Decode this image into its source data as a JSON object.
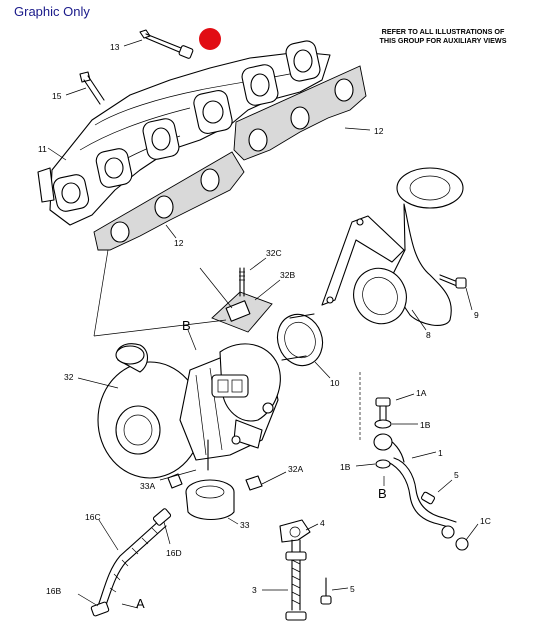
{
  "header": {
    "graphic_label": "Graphic Only",
    "note_line1": "REFER TO ALL ILLUSTRATIONS OF",
    "note_line2": "THIS GROUP FOR AUXILIARY VIEWS"
  },
  "callouts": {
    "c13": "13",
    "c15": "15",
    "c11": "11",
    "c12a": "12",
    "c12b": "12",
    "c32c": "32C",
    "c32b": "32B",
    "c9": "9",
    "c8": "8",
    "c10": "10",
    "c32": "32",
    "c33a": "33A",
    "c32a": "32A",
    "c33": "33",
    "c1a": "1A",
    "c1b_top": "1B",
    "c1b_side": "1B",
    "c1": "1",
    "c5a": "5",
    "c1c": "1C",
    "c16c": "16C",
    "c16d": "16D",
    "c16b": "16B",
    "c4": "4",
    "c3": "3",
    "c5b": "5"
  },
  "view_letters": {
    "b_turbo": "B",
    "b_line": "B",
    "a_line": "A"
  },
  "colors": {
    "marker": "#e10d14",
    "graphic_label": "#1a1a8a",
    "linework": "#000000"
  }
}
